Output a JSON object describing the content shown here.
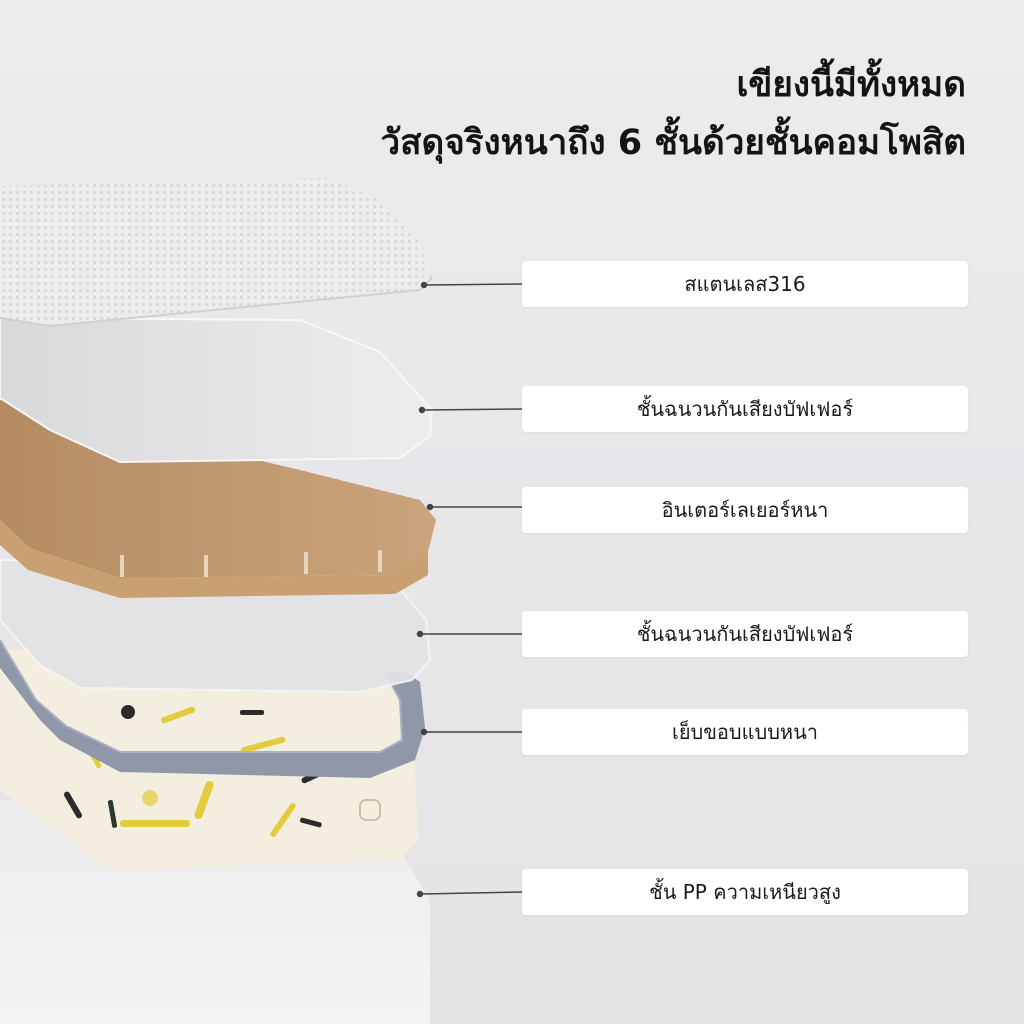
{
  "headline": {
    "line1": "เขียงนี้มีทั้งหมด",
    "line2": "วัสดุจริงหนาถึง 6 ชั้นด้วยชั้นคอมโพสิต"
  },
  "layers": [
    {
      "label": "สแตนเลส316"
    },
    {
      "label": "ชั้นฉนวนกันเสียงบัฟเฟอร์"
    },
    {
      "label": "อินเตอร์เลเยอร์หนา"
    },
    {
      "label": "ชั้นฉนวนกันเสียงบัฟเฟอร์"
    },
    {
      "label": "เย็บขอบแบบหนา"
    },
    {
      "label": "ชั้น PP ความเหนียวสูง"
    }
  ],
  "colors": {
    "background": "#ebeaec",
    "text": "#141414",
    "label_bg": "#ffffff",
    "stainless": "#e6e6e8",
    "buffer": "#e2e2e4",
    "interlayer": "#c29a70",
    "edge_band": "#8f97a8",
    "pp_layer": "#f2ecdc"
  }
}
